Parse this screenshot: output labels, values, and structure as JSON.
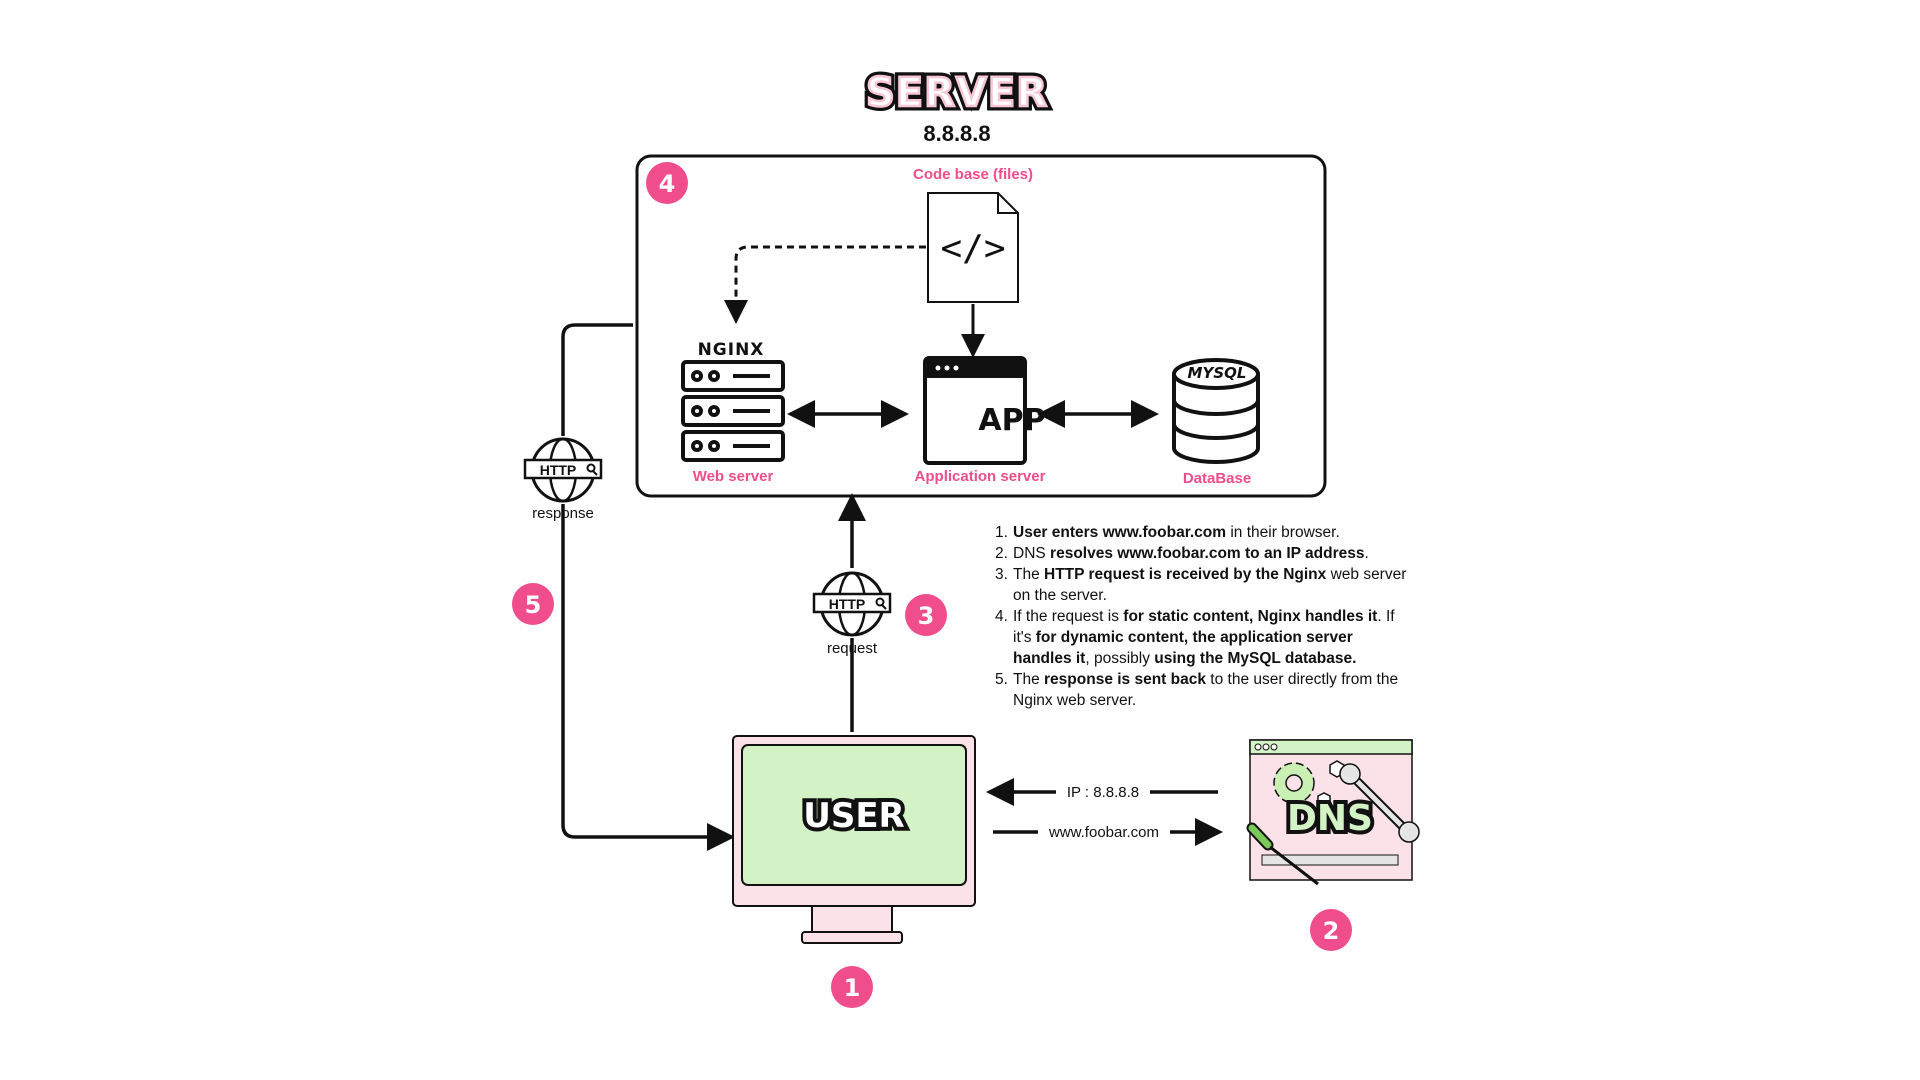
{
  "server": {
    "title": "SERVER",
    "ip": "8.8.8.8"
  },
  "codebase": {
    "label": "Code base (files)",
    "glyph": "</>"
  },
  "webserver": {
    "brand": "NGINX",
    "label": "Web server"
  },
  "appserver": {
    "text": "APP",
    "label": "Application server"
  },
  "database": {
    "brand": "MYSQL",
    "label": "DataBase"
  },
  "user": {
    "label": "USER"
  },
  "dns": {
    "label": "DNS",
    "ip_text": "IP : 8.8.8.8",
    "domain_text": "www.foobar.com"
  },
  "http": {
    "badge": "HTTP",
    "response_label": "response",
    "request_label": "request"
  },
  "badges": {
    "b1": "1",
    "b2": "2",
    "b3": "3",
    "b4": "4",
    "b5": "5"
  },
  "steps": [
    {
      "num": "1.",
      "parts": [
        {
          "t": "User enters www.foobar.com",
          "b": true
        },
        {
          "t": " in their browser.",
          "b": false
        }
      ]
    },
    {
      "num": "2.",
      "parts": [
        {
          "t": "DNS ",
          "b": false
        },
        {
          "t": "resolves www.foobar.com to an IP address",
          "b": true
        },
        {
          "t": ".",
          "b": false
        }
      ]
    },
    {
      "num": "3.",
      "parts": [
        {
          "t": "The ",
          "b": false
        },
        {
          "t": "HTTP request is received by the Nginx",
          "b": true
        },
        {
          "t": " web server on the server.",
          "b": false
        }
      ]
    },
    {
      "num": "4.",
      "parts": [
        {
          "t": "If the request is ",
          "b": false
        },
        {
          "t": "for static content, Nginx handles it",
          "b": true
        },
        {
          "t": ". If it's ",
          "b": false
        },
        {
          "t": "for dynamic content, the application server handles it",
          "b": true
        },
        {
          "t": ", possibly ",
          "b": false
        },
        {
          "t": "using the MySQL database.",
          "b": true
        }
      ]
    },
    {
      "num": "5.",
      "parts": [
        {
          "t": "The ",
          "b": false
        },
        {
          "t": "response is sent back",
          "b": true
        },
        {
          "t": " to the user directly from the Nginx web server.",
          "b": false
        }
      ]
    }
  ],
  "colors": {
    "accent_pink": "#ef4d8b",
    "screen_green": "#d3f2c5",
    "monitor_pink": "#fbe2e8",
    "ink": "#111111"
  }
}
